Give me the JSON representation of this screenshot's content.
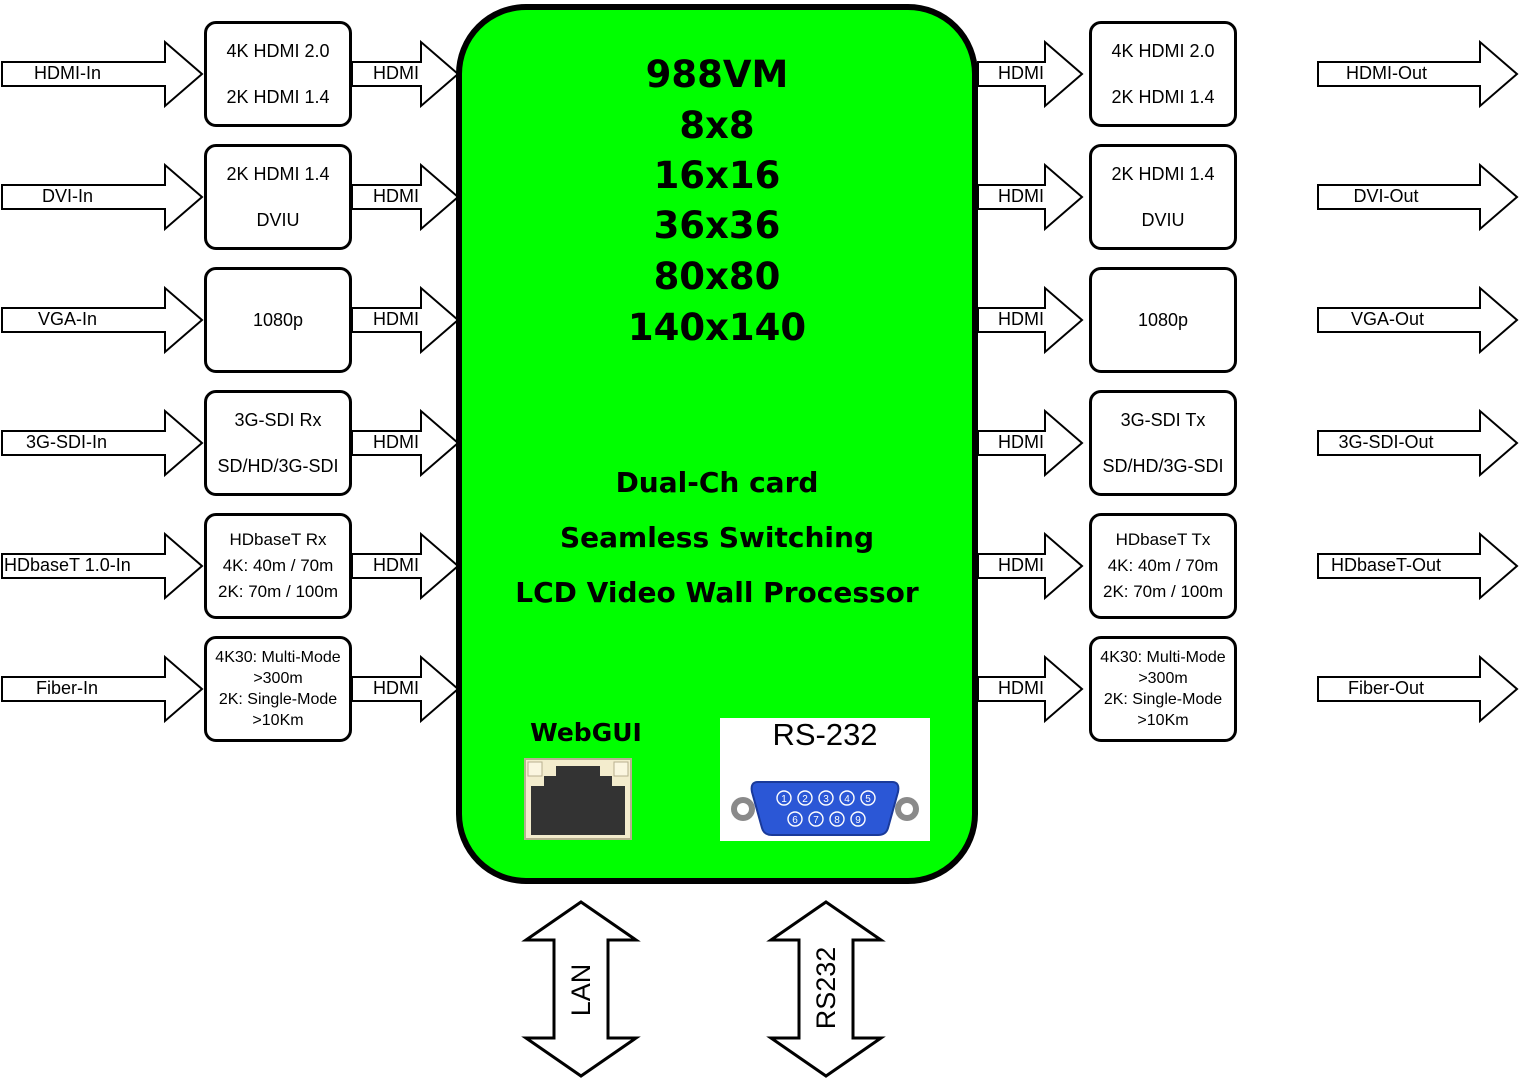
{
  "colors": {
    "processor_fill": "#00ff00",
    "port_fill": "#3b6fd8",
    "rj45_fill": "#f3eccd"
  },
  "processor": {
    "models": [
      "988VM",
      "8x8",
      "16x16",
      "36x36",
      "80x80",
      "140x140"
    ],
    "features": [
      "Dual-Ch card",
      "Seamless Switching",
      "LCD Video Wall Processor"
    ],
    "webgui_label": "WebGUI",
    "rs232_label": "RS-232",
    "rs232_pins_top": [
      "1",
      "2",
      "3",
      "4",
      "5"
    ],
    "rs232_pins_bottom": [
      "6",
      "7",
      "8",
      "9"
    ]
  },
  "link_label": "HDMI",
  "inputs": [
    {
      "label": "HDMI-In",
      "card_lines": [
        "4K HDMI 2.0",
        "2K HDMI 1.4"
      ]
    },
    {
      "label": "DVI-In",
      "card_lines": [
        "2K HDMI 1.4",
        "DVIU"
      ]
    },
    {
      "label": "VGA-In",
      "card_lines": [
        "1080p"
      ]
    },
    {
      "label": "3G-SDI-In",
      "card_lines": [
        "3G-SDI Rx",
        "SD/HD/3G-SDI"
      ]
    },
    {
      "label": "HDbaseT 1.0-In",
      "card_lines": [
        "HDbaseT Rx",
        "4K: 40m / 70m",
        "2K: 70m / 100m"
      ]
    },
    {
      "label": "Fiber-In",
      "card_lines": [
        "4K30: Multi-Mode",
        ">300m",
        "2K: Single-Mode",
        ">10Km"
      ]
    }
  ],
  "outputs": [
    {
      "label": "HDMI-Out",
      "card_lines": [
        "4K HDMI 2.0",
        "2K HDMI 1.4"
      ]
    },
    {
      "label": "DVI-Out",
      "card_lines": [
        "2K HDMI 1.4",
        "DVIU"
      ]
    },
    {
      "label": "VGA-Out",
      "card_lines": [
        "1080p"
      ]
    },
    {
      "label": "3G-SDI-Out",
      "card_lines": [
        "3G-SDI Tx",
        "SD/HD/3G-SDI"
      ]
    },
    {
      "label": "HDbaseT-Out",
      "card_lines": [
        "HDbaseT Tx",
        "4K: 40m / 70m",
        "2K: 70m / 100m"
      ]
    },
    {
      "label": "Fiber-Out",
      "card_lines": [
        "4K30: Multi-Mode",
        ">300m",
        "2K: Single-Mode",
        ">10Km"
      ]
    }
  ],
  "bottom": {
    "lan_label": "LAN",
    "rs232_label": "RS232"
  }
}
